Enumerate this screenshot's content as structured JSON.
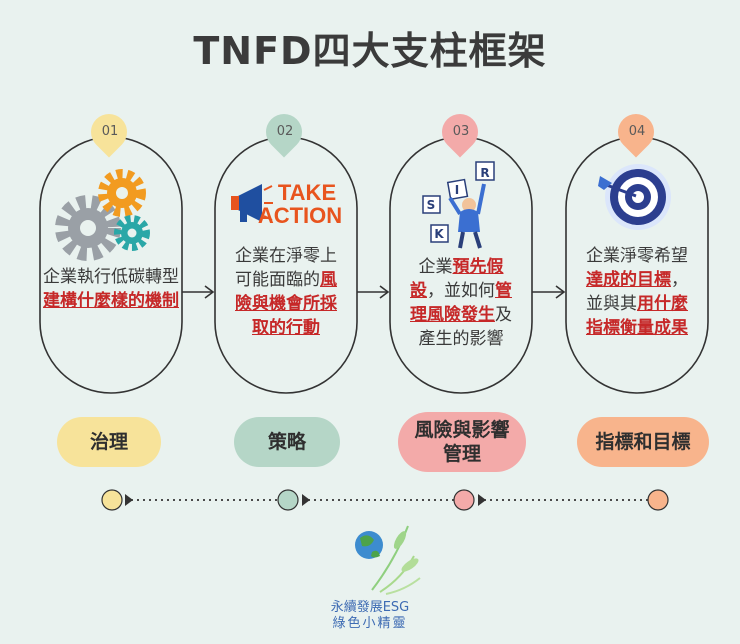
{
  "title": "TNFD四大支柱框架",
  "pillars": [
    {
      "num": "01",
      "color": "#f7e39a",
      "text": [
        {
          "t": "企業執行低碳轉型",
          "hl": false
        },
        {
          "t": "建構什麼樣的機制",
          "hl": true
        }
      ],
      "label": "治理"
    },
    {
      "num": "02",
      "color": "#b5d6c7",
      "icon_text": [
        "TAKE",
        "ACTION"
      ],
      "text": [
        {
          "t": "企業在淨零上可能面臨的",
          "hl": false
        },
        {
          "t": "風險與機會所採取的行動",
          "hl": true
        }
      ],
      "label": "策略"
    },
    {
      "num": "03",
      "color": "#f3aaa9",
      "icon_text": [
        "R",
        "I",
        "S",
        "K"
      ],
      "text": [
        {
          "t": "企業",
          "hl": false
        },
        {
          "t": "預先假設",
          "hl": true
        },
        {
          "t": "，並如何",
          "hl": false
        },
        {
          "t": "管理風險發生",
          "hl": true
        },
        {
          "t": "及產生的影響",
          "hl": false
        }
      ],
      "label": "風險與影響管理"
    },
    {
      "num": "04",
      "color": "#f8b48c",
      "text": [
        {
          "t": "企業淨零希望",
          "hl": false
        },
        {
          "t": "達成的目標",
          "hl": true
        },
        {
          "t": "，並與其",
          "hl": false
        },
        {
          "t": "用什麼指標衡量成果",
          "hl": true
        }
      ],
      "label": "指標和目標"
    }
  ],
  "logo": {
    "line1": "永續發展ESG",
    "line2": "綠色小精靈"
  }
}
